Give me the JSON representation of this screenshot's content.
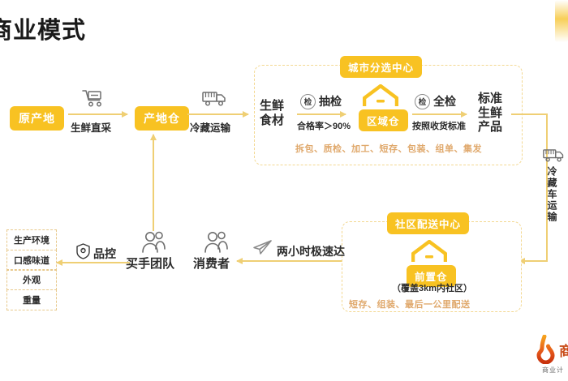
{
  "page": {
    "title": "商业模式",
    "background": "#ffffff",
    "accent_yellow": "#F8C222",
    "line_yellow": "#EFCF74",
    "dash_border": "#F3D891",
    "tan_text": "#E0A96D"
  },
  "flow_top": {
    "origin_badge": "原产地",
    "link1_icon": "shopping-cart-icon",
    "link1_label": "生鲜直采",
    "origin_warehouse_badge": "产地仓",
    "link2_icon": "refrigerated-truck-icon",
    "link2_label": "冷藏运输"
  },
  "city_center": {
    "title": "城市分选中心",
    "input_label": [
      "生鲜",
      "食材"
    ],
    "check1": {
      "icon_text": "检",
      "label": "抽检",
      "note": "合格率＞90%"
    },
    "warehouse_icon": "warehouse-house-icon",
    "warehouse_badge": "区域仓",
    "check2": {
      "icon_text": "检",
      "label": "全检",
      "note": "按照收货标准"
    },
    "output_label": [
      "标准",
      "生鲜",
      "产品"
    ],
    "process_steps": "拆包、质检、加工、短存、包装、组单、集发"
  },
  "cold_chain": {
    "icon": "refrigerated-truck-icon",
    "label": "冷藏车运输"
  },
  "community_center": {
    "title": "社区配送中心",
    "warehouse_icon": "warehouse-house-icon",
    "warehouse_badge": "前置仓",
    "coverage_note": "（覆盖3km内社区）",
    "process_steps": "短存、组装、最后一公里配送"
  },
  "flow_bottom": {
    "delivery_icon": "paper-plane-icon",
    "delivery_label": "两小时极速达",
    "consumer_icon": "people-icon",
    "consumer_label": "消费者",
    "buyer_icon": "people-icon",
    "buyer_label": "买手团队",
    "qc_icon": "shield-star-icon",
    "qc_label": "品控"
  },
  "quality_boxes": [
    "生产环境",
    "口感味道",
    "外观",
    "重量"
  ],
  "logo": {
    "mark": "flame-hook-icon",
    "name": "商",
    "sub": "商业计"
  }
}
